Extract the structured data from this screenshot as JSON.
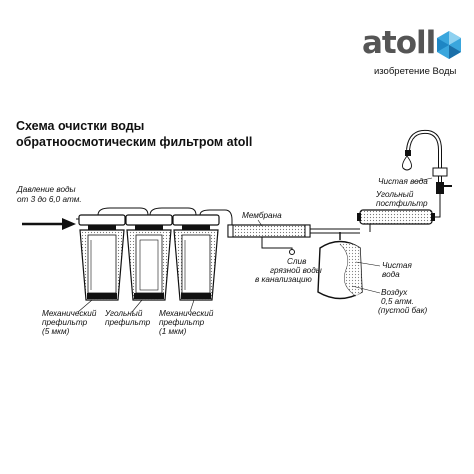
{
  "brand": {
    "logo_text": "atoll",
    "tagline": "изобретение Воды",
    "logo_color": "#555555"
  },
  "title": {
    "line1": "Схема очистки воды",
    "line2": "обратноосмотическим фильтром atoll"
  },
  "labels": {
    "pressure": [
      "Давление воды",
      "от 3 до 6,0 атм."
    ],
    "membrane": "Мембрана",
    "drain": [
      "Слив",
      "грязной воды",
      "в канализацию"
    ],
    "clean_water_top": "Чистая вода",
    "carbon_post": [
      "Угольный",
      "постфильтр"
    ],
    "clean_water_tank": [
      "Чистая",
      "вода"
    ],
    "air": [
      "Воздух",
      "0,5 атм.",
      "(пустой бак)"
    ],
    "prefilter_1": [
      "Механический",
      "префильтр",
      "(5 мкм)"
    ],
    "prefilter_2": [
      "Угольный",
      "префильтр"
    ],
    "prefilter_3": [
      "Механический",
      "префильтр",
      "(1 мкм)"
    ]
  },
  "icons": [
    "faucet-icon",
    "water-drop-icon",
    "arrow-right-icon",
    "logo-mark-icon"
  ]
}
